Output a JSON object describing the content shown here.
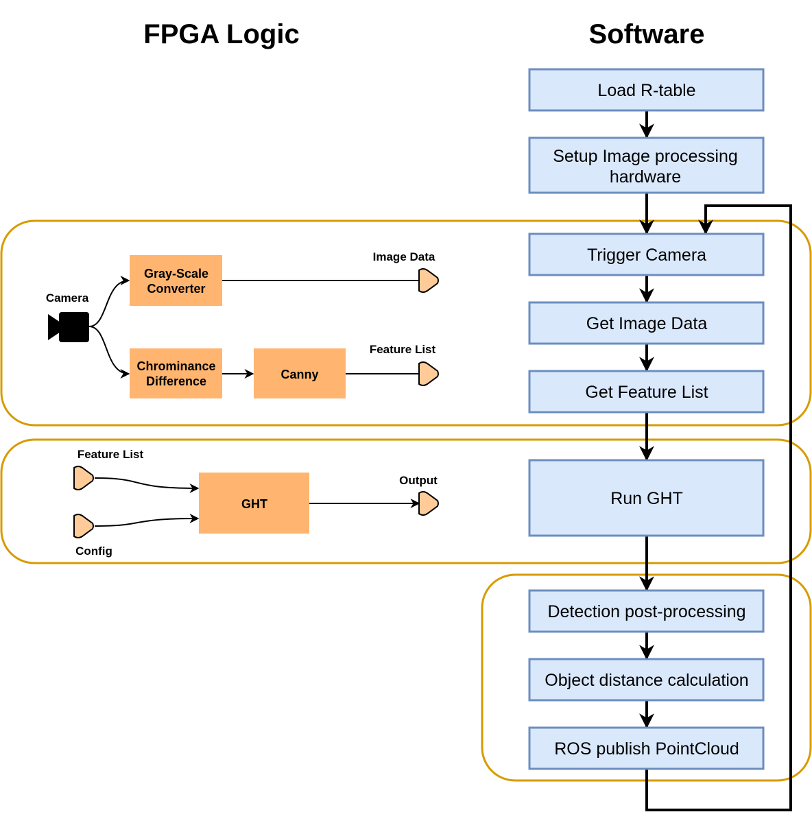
{
  "headings": {
    "fpga": "FPGA Logic",
    "software": "Software"
  },
  "software_steps": [
    {
      "lines": [
        "Load R-table"
      ]
    },
    {
      "lines": [
        "Setup Image processing",
        "hardware"
      ]
    },
    {
      "lines": [
        "Trigger Camera"
      ]
    },
    {
      "lines": [
        "Get Image Data"
      ]
    },
    {
      "lines": [
        "Get Feature List"
      ]
    },
    {
      "lines": [
        "Run GHT"
      ]
    },
    {
      "lines": [
        "Detection post-processing"
      ]
    },
    {
      "lines": [
        "Object distance calculation"
      ]
    },
    {
      "lines": [
        "ROS publish PointCloud"
      ]
    }
  ],
  "camera_block": {
    "camera_label": "Camera",
    "gray_scale": [
      "Gray-Scale",
      "Converter"
    ],
    "chrominance": [
      "Chrominance",
      "Difference"
    ],
    "canny": "Canny",
    "image_data_port": "Image Data",
    "feature_list_port": "Feature List"
  },
  "ght_block": {
    "input_feature_list": "Feature List",
    "input_config": "Config",
    "ght": "GHT",
    "output": "Output"
  },
  "colors": {
    "software_fill": "#dae8fc",
    "software_stroke": "#6c8ebf",
    "hardware_fill": "#ffb570",
    "group_stroke": "#d79b00",
    "port_fill": "#ffcc99",
    "line": "#000000"
  }
}
